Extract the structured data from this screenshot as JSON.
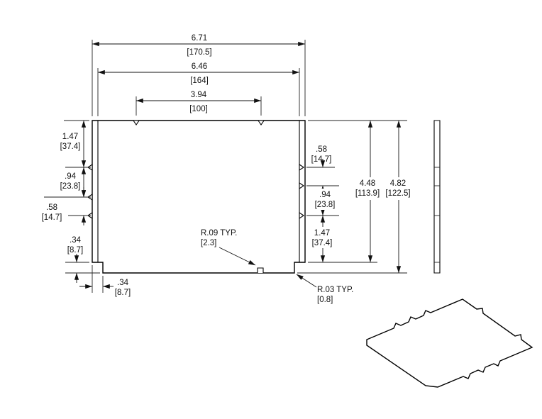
{
  "dims": {
    "width_overall": {
      "in": "6.71",
      "mm": "[170.5]"
    },
    "width_inner": {
      "in": "6.46",
      "mm": "[164]"
    },
    "width_top_notches": {
      "in": "3.94",
      "mm": "[100]"
    },
    "left_spacing_1": {
      "in": "1.47",
      "mm": "[37.4]"
    },
    "left_spacing_2": {
      "in": ".94",
      "mm": "[23.8]"
    },
    "left_spacing_3": {
      "in": ".58",
      "mm": "[14.7]"
    },
    "left_step_height": {
      "in": ".34",
      "mm": "[8.7]"
    },
    "bottom_step_width": {
      "in": ".34",
      "mm": "[8.7]"
    },
    "right_spacing_1": {
      "in": ".58",
      "mm": "[14.7]"
    },
    "right_spacing_2": {
      "in": ".94",
      "mm": "[23.8]"
    },
    "right_spacing_3": {
      "in": "1.47",
      "mm": "[37.4]"
    },
    "height_inner": {
      "in": "4.48",
      "mm": "[113.9]"
    },
    "height_overall": {
      "in": "4.82",
      "mm": "[122.5]"
    },
    "radius_inner": {
      "label": "R.09 TYP.",
      "mm": "[2.3]"
    },
    "radius_corner": {
      "label": "R.03 TYP.",
      "mm": "[0.8]"
    }
  },
  "colors": {
    "line": "#1a1a1a",
    "background": "#ffffff"
  }
}
